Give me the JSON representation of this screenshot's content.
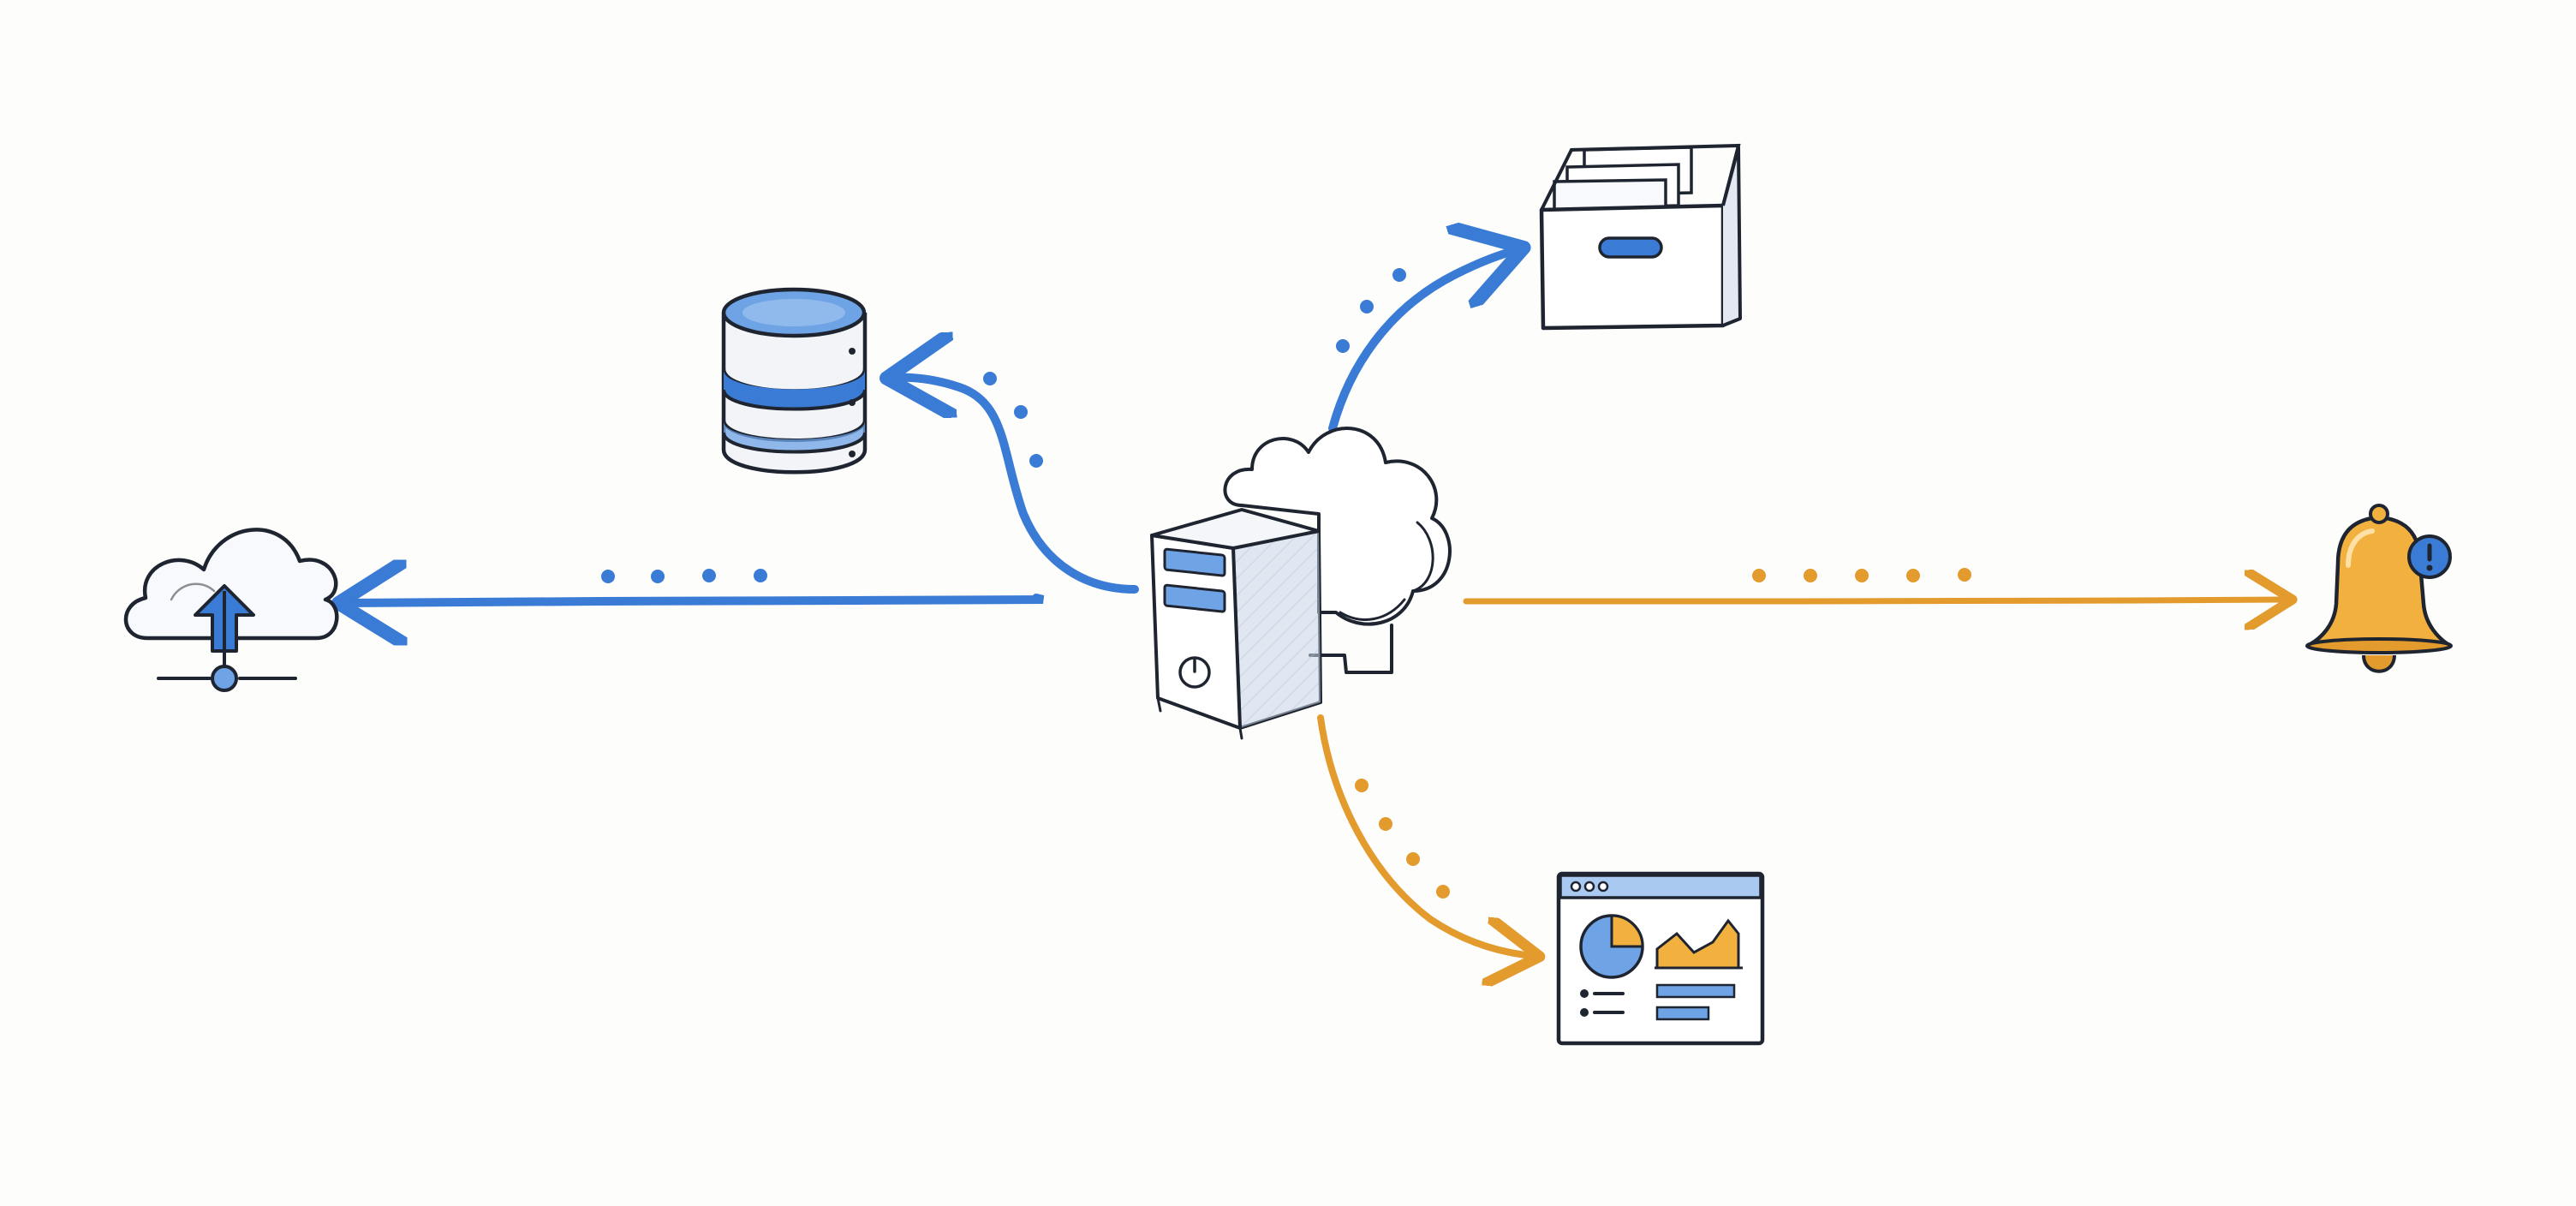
{
  "diagram": {
    "colors": {
      "blue": "#3a7bd5",
      "blue_light": "#a9c9f0",
      "orange": "#e39b2e",
      "orange_light": "#f2b13f",
      "ink": "#1f2530",
      "paper": "#fdfdfc"
    },
    "nodes": [
      {
        "id": "server",
        "icon": "server-cloud-icon"
      },
      {
        "id": "upload",
        "icon": "cloud-upload-icon"
      },
      {
        "id": "database",
        "icon": "database-icon"
      },
      {
        "id": "archive",
        "icon": "archive-box-icon"
      },
      {
        "id": "notification",
        "icon": "bell-alert-icon"
      },
      {
        "id": "dashboard",
        "icon": "dashboard-window-icon"
      }
    ],
    "connections": [
      {
        "from": "server",
        "to": "upload",
        "color": "blue",
        "style": "straight",
        "dots": 4
      },
      {
        "from": "server",
        "to": "database",
        "color": "blue",
        "style": "curved",
        "dots": 3
      },
      {
        "from": "server",
        "to": "archive",
        "color": "blue",
        "style": "curved",
        "dots": 3
      },
      {
        "from": "server",
        "to": "notification",
        "color": "orange",
        "style": "straight",
        "dots": 5
      },
      {
        "from": "server",
        "to": "dashboard",
        "color": "orange",
        "style": "curved",
        "dots": 4
      }
    ]
  }
}
